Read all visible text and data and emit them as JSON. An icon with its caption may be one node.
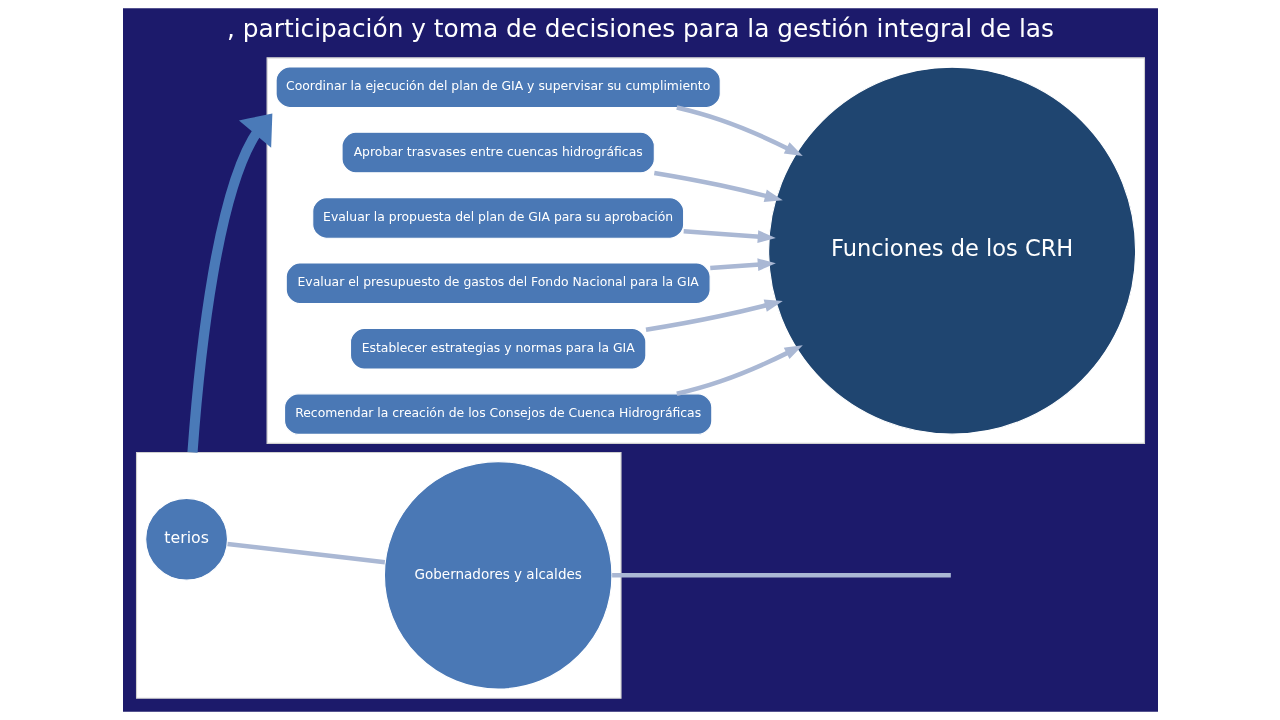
{
  "diagram": {
    "title": ", participación y toma de decisiones para la gestión integral de las",
    "nodes": [
      {
        "text": [],
        "shape": "box"
      },
      {
        "text": [
          "terios"
        ],
        "in": 0
      },
      {
        "text": [
          "Gobernadores y alcaldes"
        ],
        "in": 0
      },
      {
        "text": [],
        "shape": "box"
      },
      {
        "text": [
          "Coordinar la ejecución del plan de GIA y supervisar su cumplimiento"
        ],
        "in": 3
      },
      {
        "text": [
          "Aprobar trasvases entre cuencas hidrográficas"
        ],
        "in": 3
      },
      {
        "text": [
          "Evaluar la propuesta del plan de GIA para su aprobación"
        ],
        "in": 3
      },
      {
        "text": [
          "Evaluar el presupuesto de gastos del Fondo Nacional para la GIA"
        ],
        "in": 3
      },
      {
        "text": [
          "Funciones de los CRH"
        ],
        "in": 3
      },
      {
        "text": [
          "Establecer estrategias y normas para la GIA"
        ],
        "in": 3
      },
      {
        "text": [
          "Recomendar la creación de los Consejos de Cuenca Hidrográficas"
        ],
        "in": 3
      }
    ],
    "edges": [
      {
        "from": 1,
        "to": 2,
        "arrow": "none"
      },
      {
        "from": 2,
        "to": null,
        "arrow": "none"
      },
      {
        "from": 0,
        "to": 3,
        "arrow": "to",
        "style": "thick",
        "color": "#4a7ab8"
      },
      {
        "from": 9,
        "to": 8,
        "arrow": "to"
      },
      {
        "from": 6,
        "to": 8,
        "arrow": "to"
      },
      {
        "from": 4,
        "to": 8,
        "arrow": "to"
      },
      {
        "from": 5,
        "to": 8,
        "arrow": "to"
      },
      {
        "from": 7,
        "to": 8,
        "arrow": "to"
      },
      {
        "from": 10,
        "to": 8,
        "arrow": "to"
      }
    ]
  }
}
